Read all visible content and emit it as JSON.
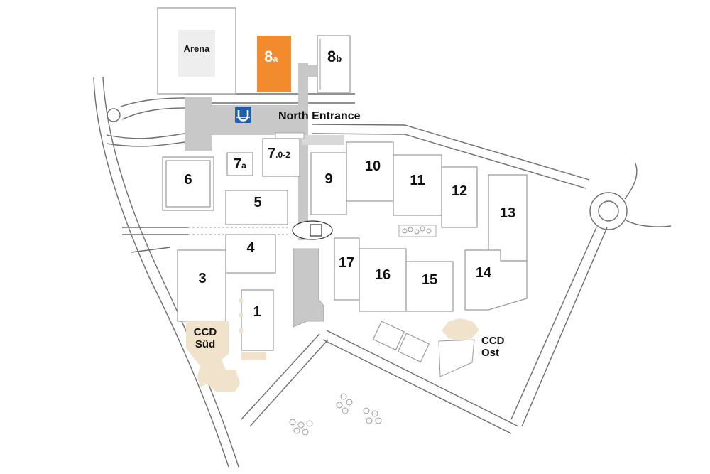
{
  "colors": {
    "highlight": "#f28a2e",
    "walkway": "#c8c8c8",
    "ccd": "#f1e2cc",
    "arena_fill": "#eeeeee",
    "entrance_marker": "#1f5ea8"
  },
  "icons": {
    "entrance": "subway-icon"
  },
  "labels": {
    "arena": "Arena",
    "north_entrance": "North Entrance",
    "ccd_sued_line1": "CCD",
    "ccd_sued_line2": "Süd",
    "ccd_ost_line1": "CCD",
    "ccd_ost_line2": "Ost"
  },
  "halls": {
    "h8a": {
      "main": "8",
      "sub": "a",
      "highlighted": true
    },
    "h8b": {
      "main": "8",
      "sub": "b"
    },
    "h7a": {
      "main": "7",
      "sub": "a"
    },
    "h7": {
      "main": "7",
      "sub": ".0-2"
    },
    "h6": "6",
    "h5": "5",
    "h4": "4",
    "h3": "3",
    "h1": "1",
    "h9": "9",
    "h10": "10",
    "h11": "11",
    "h12": "12",
    "h13": "13",
    "h14": "14",
    "h15": "15",
    "h16": "16",
    "h17": "17"
  }
}
